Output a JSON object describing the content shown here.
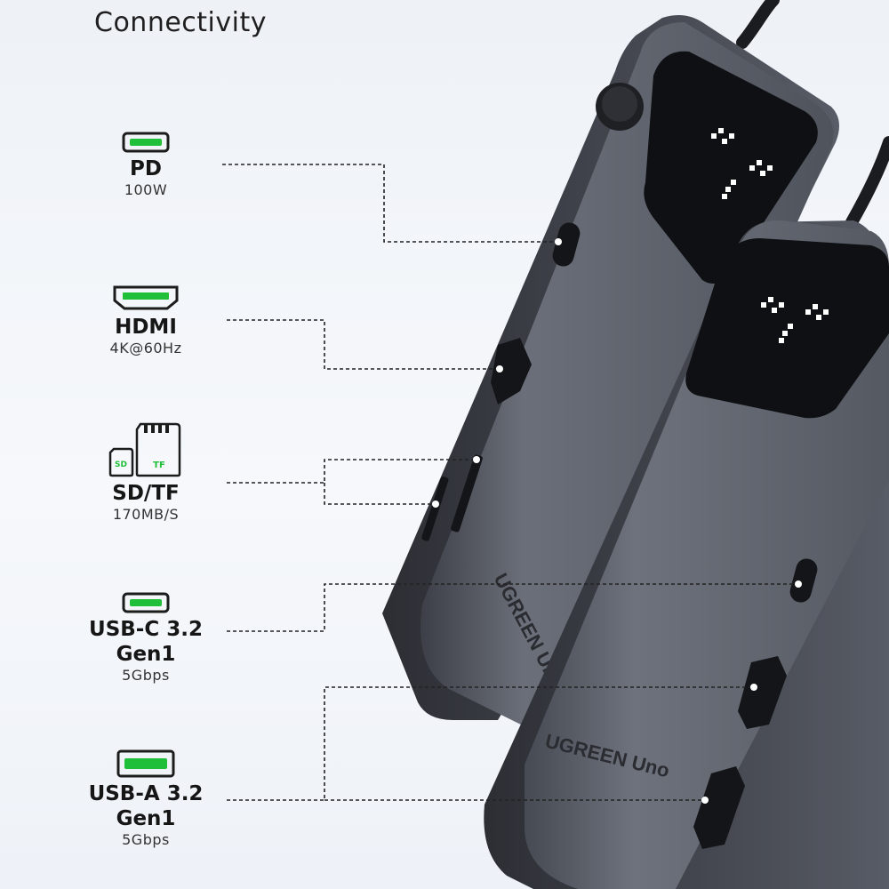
{
  "title": "Connectivity",
  "ports": [
    {
      "id": "pd",
      "name": "PD",
      "spec": "100W",
      "icon": "usb-c-port-icon"
    },
    {
      "id": "hdmi",
      "name": "HDMI",
      "spec": "4K@60Hz",
      "icon": "hdmi-port-icon"
    },
    {
      "id": "sdtf",
      "name": "SD/TF",
      "spec": "170MB/S",
      "icon": "sd-tf-card-icon",
      "sd_label": "SD",
      "tf_label": "TF"
    },
    {
      "id": "usbc",
      "name": "USB-C 3.2 Gen1",
      "name_line1": "USB-C 3.2",
      "name_line2": "Gen1",
      "spec": "5Gbps",
      "icon": "usb-c-port-icon"
    },
    {
      "id": "usba",
      "name": "USB-A 3.2 Gen1",
      "name_line1": "USB-A 3.2",
      "name_line2": "Gen1",
      "spec": "5Gbps",
      "icon": "usb-a-port-icon"
    }
  ],
  "product": {
    "brand_text": "UGREEN Uno",
    "brand_text_partial": "UGREEN Un"
  },
  "colors": {
    "accent_green": "#1fbf3a",
    "hub_body": "#5a5e68",
    "hub_screen": "#0f1014",
    "icon_outline": "#1c1c1c"
  }
}
